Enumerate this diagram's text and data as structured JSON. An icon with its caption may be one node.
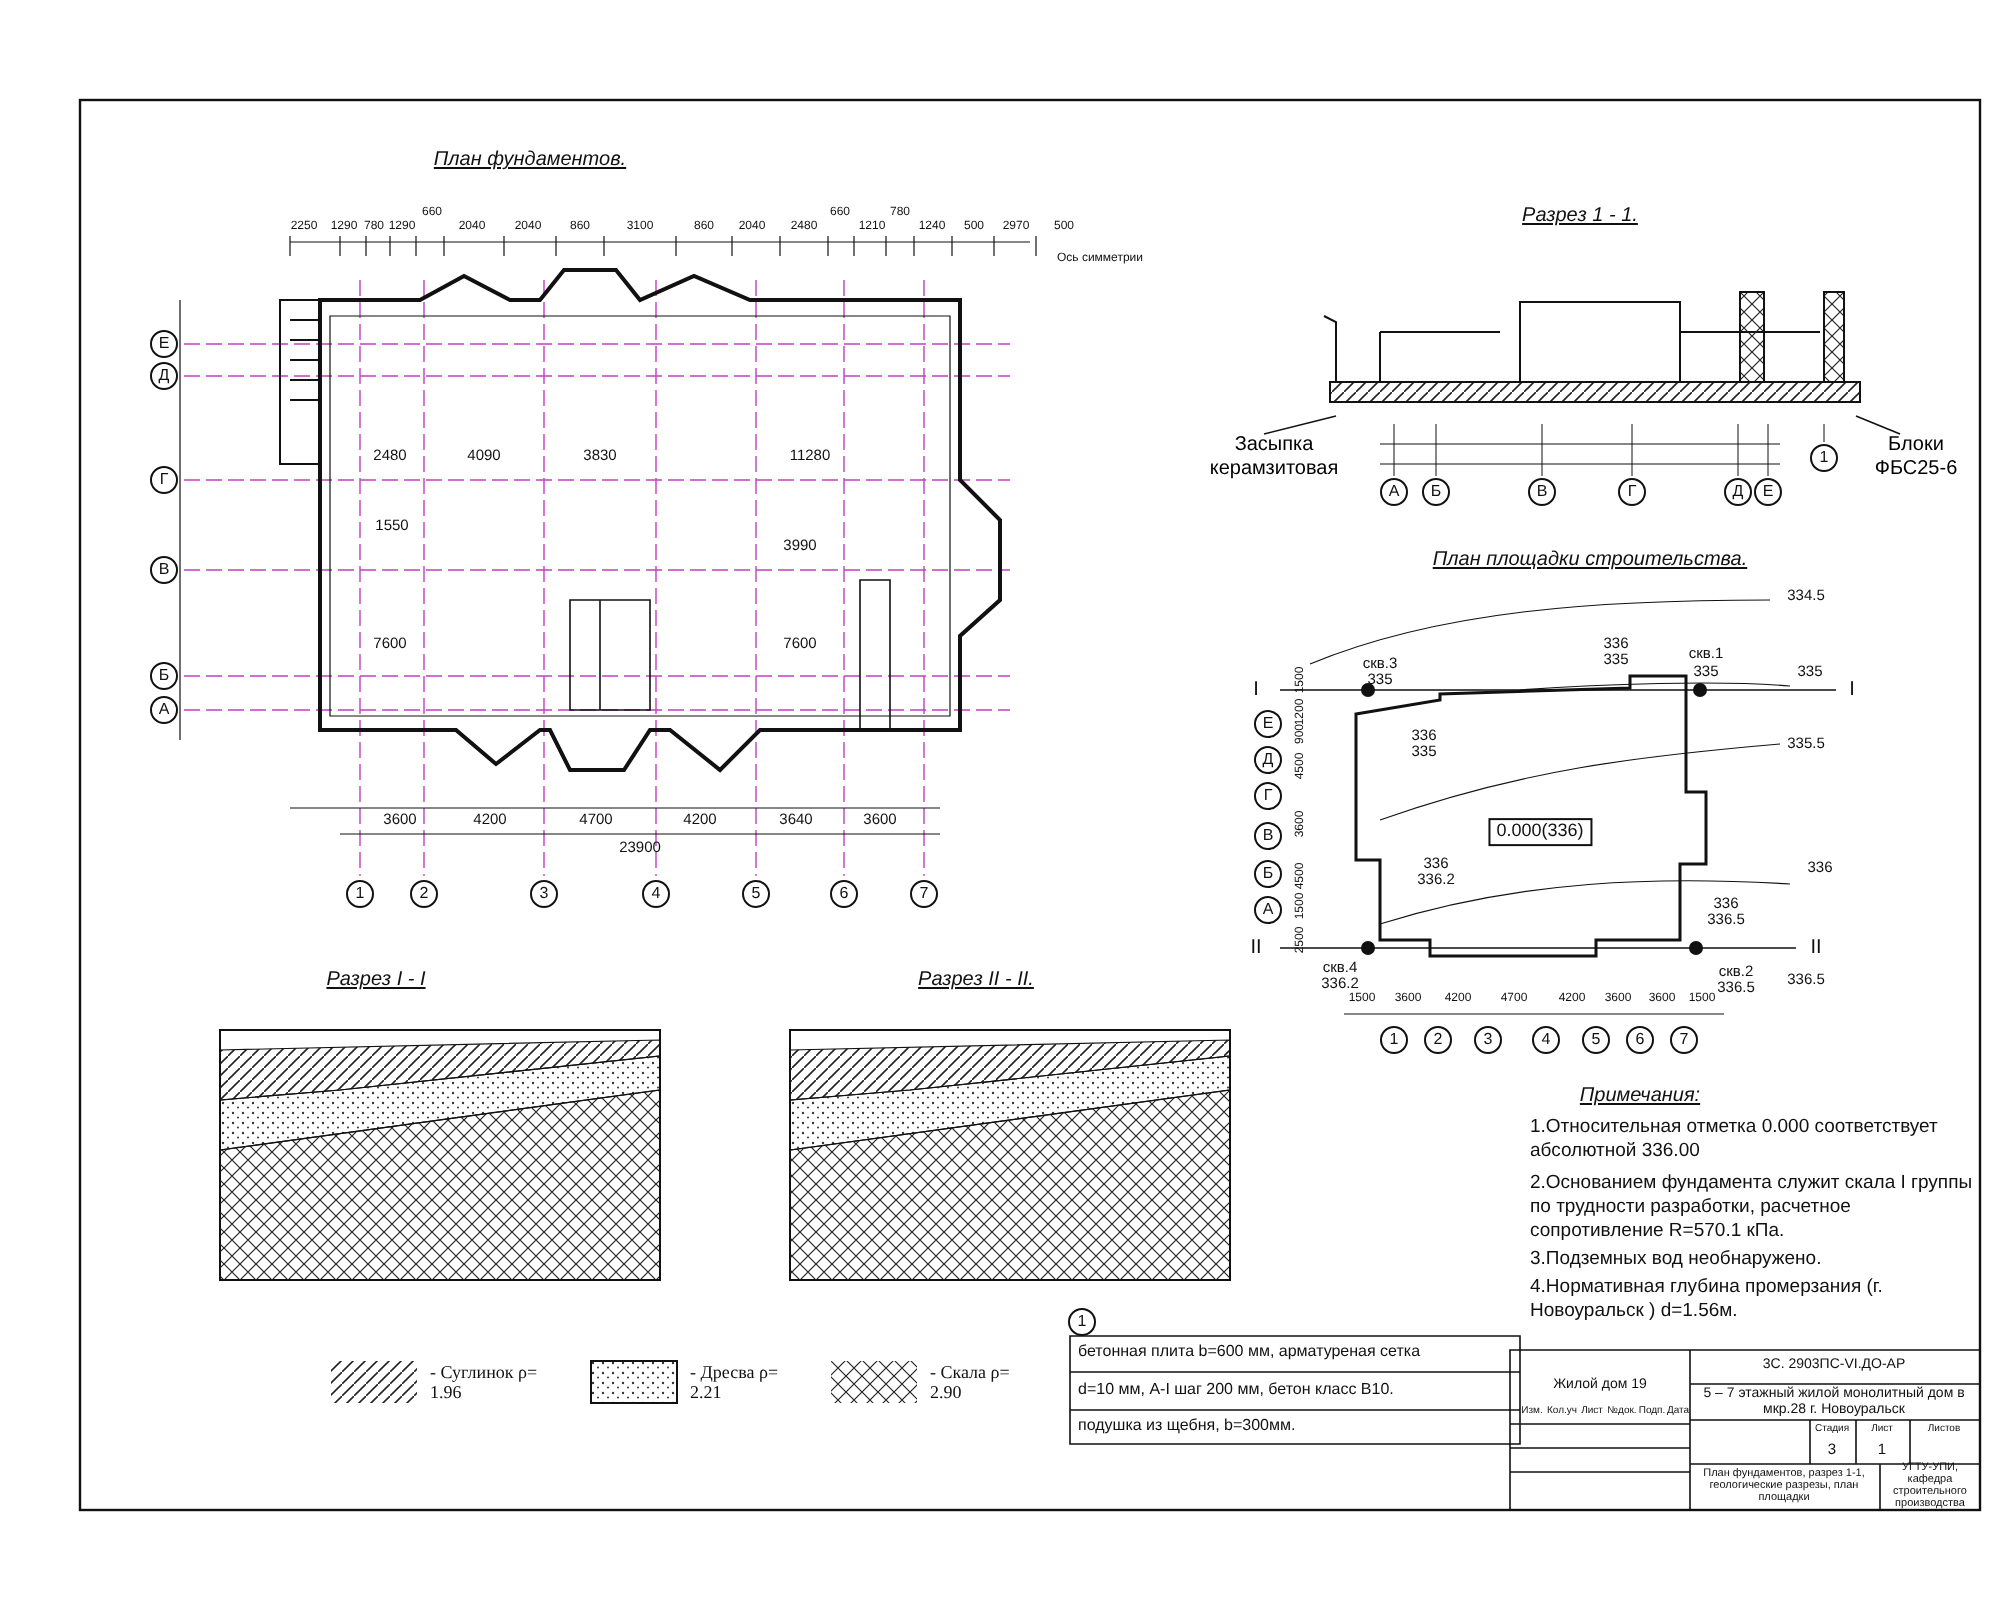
{
  "diagram": {
    "nodes": [
      {
        "text": [
          "Засыпка керамзитовая"
        ]
      },
      {
        "text": [],
        "shape": "picture"
      },
      {
        "text": [
          "Блоки ФБС25-6"
        ]
      }
    ],
    "edges": [
      {
        "from": 0,
        "to": 1,
        "arrow": "none"
      },
      {
        "from": 2,
        "to": 1,
        "arrow": "none"
      }
    ],
    "labels": [
      "План фундаментов.",
      "2250",
      "1290",
      "780",
      "1290",
      "660",
      "2040",
      "2040",
      "860",
      "3100",
      "860",
      "2040",
      "2480",
      "660",
      "1210",
      "780",
      "1240",
      "500",
      "2970",
      "500",
      "Ось симметрии",
      "Е",
      "Д",
      "Г",
      "В",
      "Б",
      "А",
      "3600",
      "4200",
      "4700",
      "4200",
      "3640",
      "3600",
      "23900",
      "1",
      "2",
      "3",
      "4",
      "5",
      "6",
      "7",
      "2480",
      "4090",
      "3830",
      "11280",
      "1550",
      "3990",
      "7600",
      "7600",
      "Разрез 1 - 1.",
      "А",
      "Б",
      "В",
      "Г",
      "Д",
      "Е",
      "1",
      "План площадки строительства.",
      "334.5",
      "I",
      "скв.3",
      "335",
      "336",
      "335",
      "скв.1",
      "335",
      "335",
      "I",
      "336",
      "335",
      "335.5",
      "Е",
      "Д",
      "Г",
      "В",
      "Б",
      "А",
      "1500",
      "1200",
      "900",
      "4500",
      "3600",
      "4500",
      "1500",
      "2500",
      "0.000(336)",
      "336",
      "336.2",
      "336",
      "336",
      "336.5",
      "II",
      "II",
      "скв.4",
      "336.2",
      "скв.2",
      "336.5",
      "336.5",
      "1500",
      "3600",
      "4200",
      "4700",
      "4200",
      "3600",
      "3600",
      "1500",
      "1",
      "2",
      "3",
      "4",
      "5",
      "6",
      "7",
      "Разрез I - I",
      "Разрез II - II.",
      "Примечания:",
      "1.Относительная отметка 0.000 соответствует абсолютной 336.00",
      "2.Основанием фундамента служит скала I группы по трудности разработки, расчетное сопротивление R=570.1 кПа.",
      "3.Подземных вод необнаружено.",
      "4.Нормативная глубина промерзания (г. Новоуральск ) d=1.56м.",
      "1",
      "бетонная плита b=600 мм, арматуреная сетка",
      "d=10 мм, A-I шаг 200 мм, бетон класс B10.",
      "подушка из щебня, b=300мм.",
      "3С. 2903ПС-VI.ДО-АР",
      "5 – 7 этажный жилой монолитный дом в мкр.28 г. Новоуральск",
      "Жилой дом 19",
      "Стадия",
      "Лист",
      "Листов",
      "3",
      "1",
      "План фундаментов, разрез 1-1, геологические разрезы, план площадки",
      "УГТУ-УПИ, кафедра строительного производства",
      "Изм.",
      "Кол.уч",
      "Лист",
      "№док.",
      "Подп.",
      "Дата"
    ],
    "legend": [
      {
        "text": "- Суглинок ρ= 1.96"
      },
      {
        "text": "- Дресва ρ= 2.21"
      },
      {
        "text": "- Скала ρ= 2.90"
      }
    ]
  }
}
